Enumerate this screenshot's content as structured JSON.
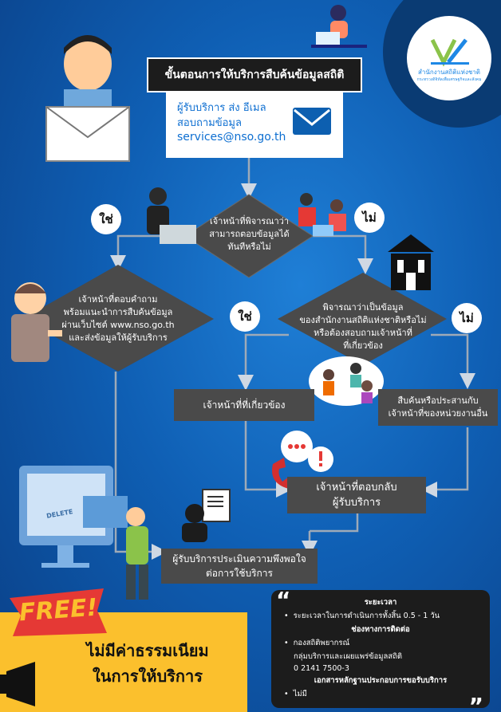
{
  "header": {
    "title": "ขั้นตอนการให้บริการสืบค้นข้อมูลสถิติ"
  },
  "logo": {
    "line1": "สำนักงานสถิติแห่งชาติ",
    "line2": "กระทรวงดิจิทัลเพื่อเศรษฐกิจและสังคม"
  },
  "step1": {
    "line1": "ผู้รับบริการ ส่ง อีเมล",
    "line2": "สอบถามข้อมูล",
    "email": "services@nso.go.th"
  },
  "decision1": {
    "line1": "เจ้าหน้าที่พิจารณาว่า",
    "line2": "สามารถตอบข้อมูลได้",
    "line3": "ทันทีหรือไม่"
  },
  "labels": {
    "yes": "ใช่",
    "no": "ไม่"
  },
  "answer": {
    "line1": "เจ้าหน้าที่ตอบคำถาม",
    "line2": "พร้อมแนะนำการสืบค้นข้อมูล",
    "line3": "ผ่านเว็บไซต์ www.nso.go.th",
    "line4": "และส่งข้อมูลให้ผู้รับบริการ"
  },
  "decision2": {
    "line1": "พิจารณาว่าเป็นข้อมูล",
    "line2": "ของสำนักงานสถิติแห่งชาติหรือไม่",
    "line3": "หรือต้องสอบถามเจ้าหน้าที่",
    "line4": "ที่เกี่ยวข้อง"
  },
  "staff": {
    "label": "เจ้าหน้าที่ที่เกี่ยวข้อง"
  },
  "coord": {
    "line1": "สืบค้นหรือประสานกับ",
    "line2": "เจ้าหน้าที่ของหน่วยงานอื่น"
  },
  "reply": {
    "line1": "เจ้าหน้าที่ตอบกลับ",
    "line2": "ผู้รับบริการ"
  },
  "evaluate": {
    "line1": "ผู้รับบริการประเมินความพึงพอใจ",
    "line2": "ต่อการใช้บริการ"
  },
  "free": {
    "badge": "FREE!",
    "line1": "ไม่มีค่าธรรมเนียม",
    "line2": "ในการให้บริการ"
  },
  "monitor": {
    "label": "DELETE"
  },
  "info": {
    "time_heading": "ระยะเวลา",
    "time_item": "ระยะเวลาในการดำเนินการทั้งสิ้น 0.5 - 1 วัน",
    "contact_heading": "ช่องทางการติดต่อ",
    "contact_item1": "กองสถิติพยากรณ์",
    "contact_item2": "กลุ่มบริการและเผยแพร่ข้อมูลสถิติ",
    "contact_item3": "0 2141 7500-3",
    "docs_heading": "เอกสารหลักฐานประกอบการขอรับบริการ",
    "docs_item": "ไม่มี"
  },
  "colors": {
    "background": "#0f5fb4",
    "box": "#4a4a4a",
    "accent": "#fbc02d",
    "free_red": "#e53935"
  }
}
